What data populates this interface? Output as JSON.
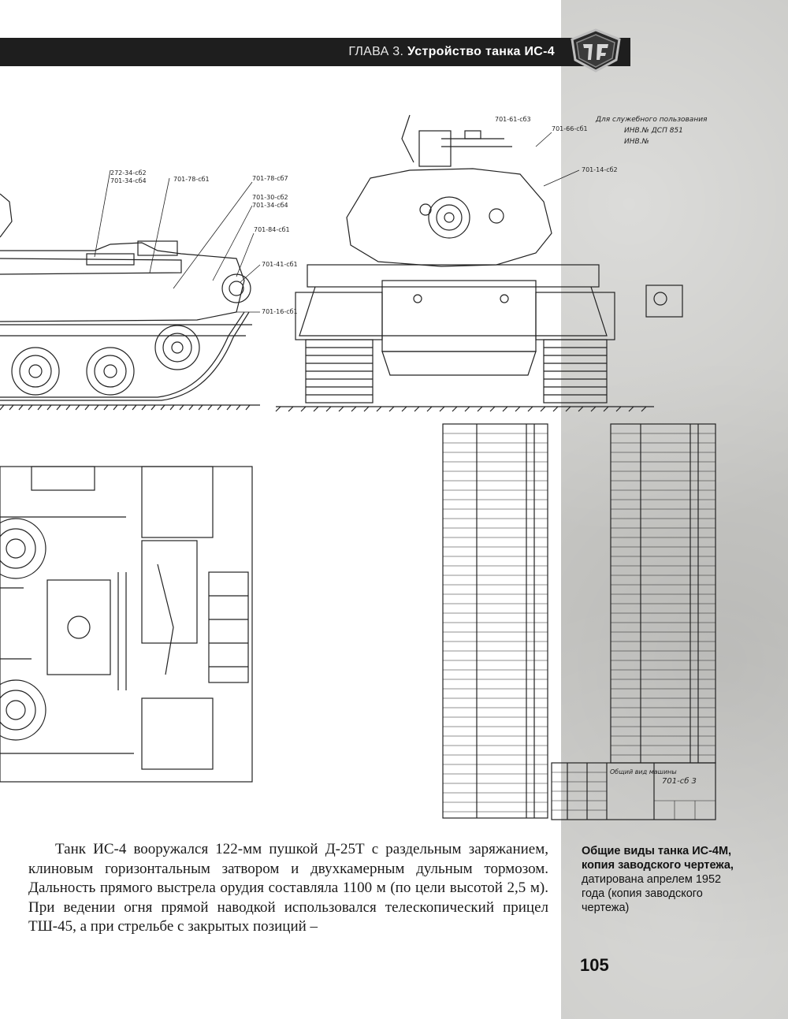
{
  "header": {
    "chapter_label": "ГЛАВА 3.",
    "chapter_title": "Устройство танка ИС-4"
  },
  "drawing": {
    "stamp_line1": "Для служебного пользования",
    "stamp_line2": "ИНВ.№ ДСП 851",
    "stamp_line3": "ИНВ.№",
    "callouts": [
      "272-34-сб2",
      "701-34-сб4",
      "701-78-сб1",
      "701-78-сб7",
      "701-30-сб2",
      "701-34-сб4",
      "701-84-сб1",
      "701-41-сб1",
      "701-16-сб1",
      "701-61-сб3",
      "701-66-сб1",
      "701-14-сб2"
    ],
    "title_block": "701-сб 3",
    "title_block_label": "Общий вид машины"
  },
  "body_text": "Танк ИС-4 вооружался 122-мм пушкой Д-25Т с раздельным заряжанием, клиновым горизонтальным затвором и двухкамерным дульным тормозом. Дальность прямого выстрела орудия составляла 1100 м (по цели высотой 2,5 м). При ведении огня прямой наводкой использовался телескопический прицел ТШ-45, а при стрельбе с закрытых позиций –",
  "caption": {
    "lead": "Общие виды танка ИС-4М, копия заводского чертежа,",
    "rest": "датирована апрелем 1952 года (копия заводского чертежа)"
  },
  "page_number": "105",
  "colors": {
    "header_bg": "#1e1e1e",
    "side_panel": "#c9c9c6",
    "ink": "#1a1a1a"
  }
}
